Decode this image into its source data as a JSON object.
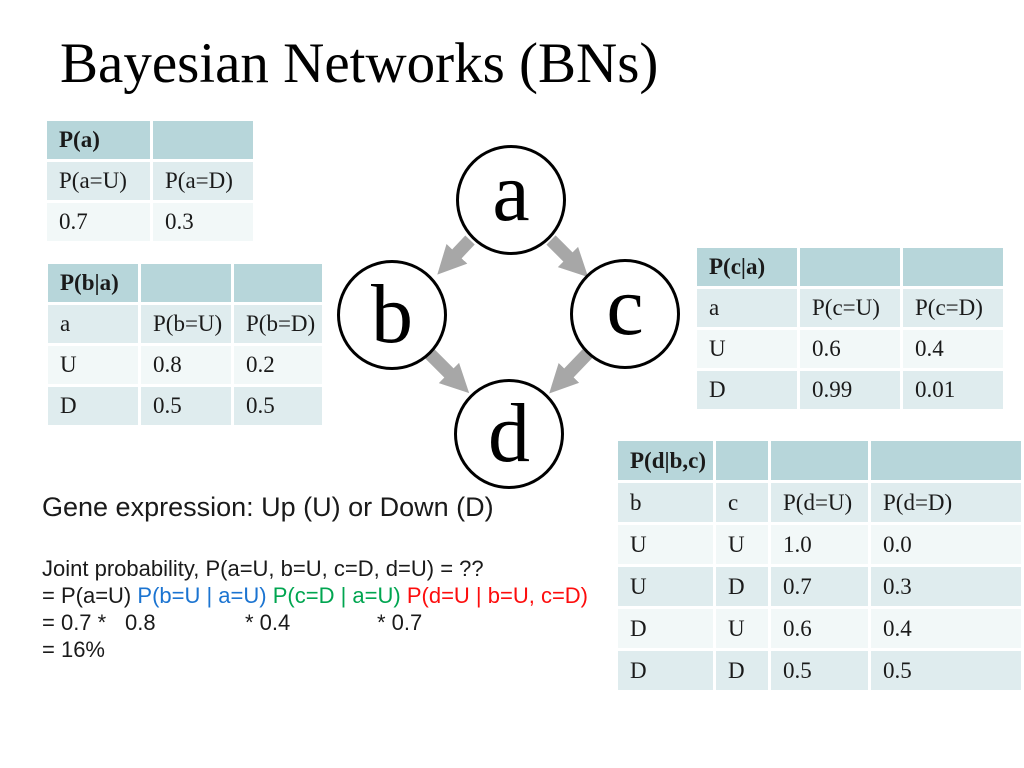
{
  "title": "Bayesian Networks (BNs)",
  "tables": {
    "pa": {
      "title": "P(a)",
      "rows": [
        [
          "P(a=U)",
          "P(a=D)"
        ],
        [
          "0.7",
          "0.3"
        ]
      ]
    },
    "pba": {
      "title": "P(b|a)",
      "rows": [
        [
          "a",
          "P(b=U)",
          "P(b=D)"
        ],
        [
          "U",
          "0.8",
          "0.2"
        ],
        [
          "D",
          "0.5",
          "0.5"
        ]
      ]
    },
    "pca": {
      "title": "P(c|a)",
      "rows": [
        [
          "a",
          "P(c=U)",
          "P(c=D)"
        ],
        [
          "U",
          "0.6",
          "0.4"
        ],
        [
          "D",
          "0.99",
          "0.01"
        ]
      ]
    },
    "pdbc": {
      "title": "P(d|b,c)",
      "rows": [
        [
          "b",
          "c",
          "P(d=U)",
          "P(d=D)"
        ],
        [
          "U",
          "U",
          "1.0",
          "0.0"
        ],
        [
          "U",
          "D",
          "0.7",
          "0.3"
        ],
        [
          "D",
          "U",
          "0.6",
          "0.4"
        ],
        [
          "D",
          "D",
          "0.5",
          "0.5"
        ]
      ]
    }
  },
  "graph": {
    "nodes": {
      "a": "a",
      "b": "b",
      "c": "c",
      "d": "d"
    },
    "edges": [
      "a-b",
      "a-c",
      "b-d",
      "c-d"
    ]
  },
  "text": {
    "gene_line": "Gene expression: Up (U) or Down (D)",
    "joint_line": "Joint probability, P(a=U, b=U, c=D, d=U) = ??",
    "factors": {
      "prior": "= P(a=U)",
      "b_term": "P(b=U | a=U)",
      "c_term": "P(c=D | a=U)",
      "d_term": "P(d=U | b=U, c=D)"
    },
    "numbers": {
      "n1": "= 0.7 *",
      "n2": "0.8",
      "n3": "* 0.4",
      "n4": "* 0.7"
    },
    "result_line": "= 16%"
  },
  "colors": {
    "table_header_bg": "#b7d6da",
    "table_band_a_bg": "#dfecee",
    "table_band_b_bg": "#f2f8f8",
    "arrow_gray": "#a7a7a7",
    "term_blue": "#1b74d1",
    "term_green": "#00a550",
    "term_red": "#fd0d0d"
  }
}
